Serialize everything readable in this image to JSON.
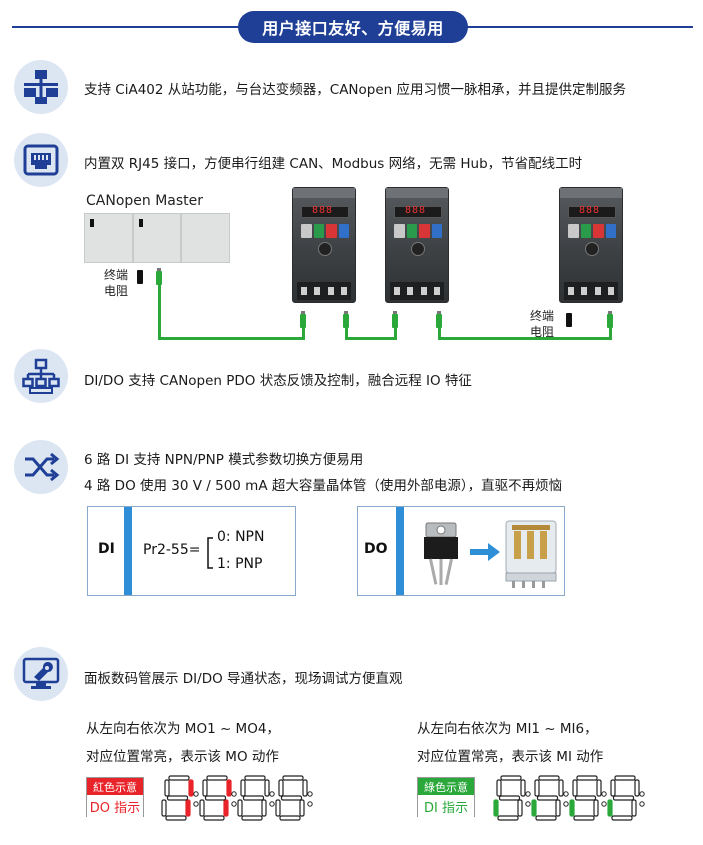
{
  "header": {
    "title": "用户接口友好、方便易用"
  },
  "features": [
    {
      "icon": "network-tree-icon",
      "text": "支持 CiA402 从站功能，与台达变频器，CANopen 应用习惯一脉相承，并且提供定制服务"
    },
    {
      "icon": "ethernet-port-icon",
      "text": "内置双 RJ45 接口，方便串行组建 CAN、Modbus 网络，无需 Hub，节省配线工时"
    },
    {
      "icon": "hierarchy-icon",
      "text": "DI/DO 支持 CANopen PDO 状态反馈及控制，融合远程 IO 特征"
    },
    {
      "icon": "shuffle-arrows-icon",
      "lines": [
        "6 路 DI 支持 NPN/PNP 模式参数切换方便易用",
        "4 路 DO 使用 30 V / 500 mA 超大容量晶体管（使用外部电源），直驱不再烦恼"
      ]
    },
    {
      "icon": "monitor-wrench-icon",
      "text": "面板数码管展示 DI/DO 导通状态，现场调试方便直观"
    }
  ],
  "diagram": {
    "master_label": "CANopen Master",
    "terminator_left": [
      "终端",
      "电阻"
    ],
    "terminator_right": [
      "终端",
      "电阻"
    ]
  },
  "di_box": {
    "tag": "DI",
    "param": "Pr2-55=",
    "options": [
      "0: NPN",
      "1: PNP"
    ]
  },
  "do_box": {
    "tag": "DO"
  },
  "displays": {
    "left": {
      "caption": [
        "从左向右依次为 MO1 ~ MO4，",
        "对应位置常亮，表示该 MO 动作"
      ],
      "badge_top": "紅色示意",
      "badge_bottom": "DO 指示",
      "color": "#e8242a"
    },
    "right": {
      "caption": [
        "从左向右依次为 MI1 ~ MI6，",
        "对应位置常亮，表示该 MI 动作"
      ],
      "badge_top": "綠色示意",
      "badge_bottom": "DI 指示",
      "color": "#2aa83a"
    }
  },
  "colors": {
    "brand_blue": "#1f3f97",
    "icon_bg": "#dce6f3",
    "wire_green": "#2aa83a",
    "stripe_blue": "#2f8fd6"
  }
}
